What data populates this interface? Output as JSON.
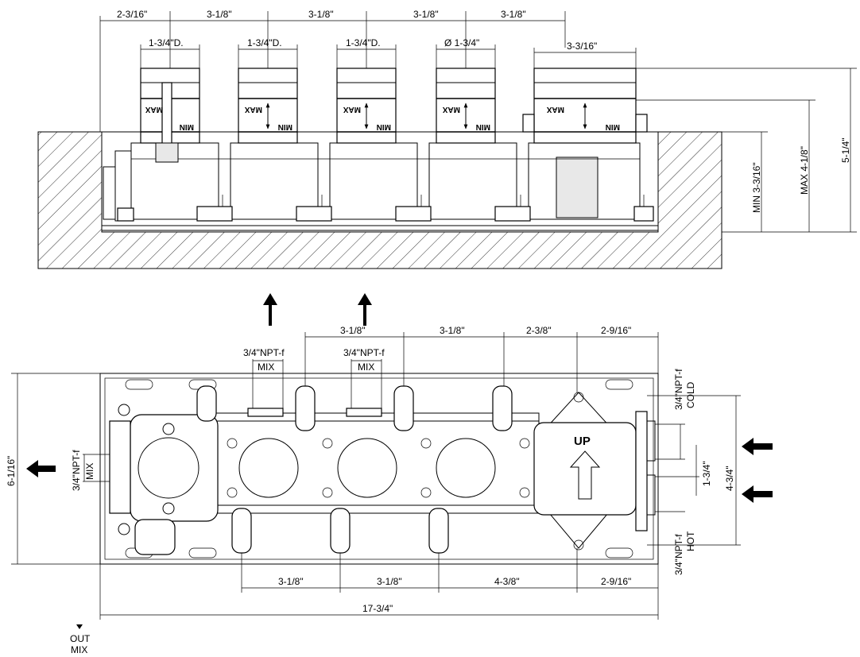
{
  "top_view": {
    "dims_top": [
      "2-3/16\"",
      "3-1/8\"",
      "3-1/8\"",
      "3-1/8\"",
      "3-1/8\""
    ],
    "port_diameters": [
      "1-3/4\"D.",
      "1-3/4\"D.",
      "1-3/4\"D.",
      "Ø 1-3/4\""
    ],
    "big_port": "3-3/16\"",
    "max_label": "MAX",
    "min_label": "MIN",
    "vertical_dims": [
      "MIN 3-3/16\"",
      "MAX 4-1/8\"",
      "5-1/4\""
    ]
  },
  "bottom_view": {
    "dims_top": [
      "3-1/8\"",
      "3-1/8\"",
      "2-3/8\"",
      "2-9/16\""
    ],
    "dims_bottom": [
      "3-1/8\"",
      "3-1/8\"",
      "4-3/8\"",
      "2-9/16\""
    ],
    "overall_width": "17-3/4\"",
    "overall_height": "6-1/16\"",
    "port_labels": [
      {
        "line1": "3/4\"NPT-f",
        "line2": "MIX"
      },
      {
        "line1": "3/4\"NPT-f",
        "line2": "MIX"
      }
    ],
    "side_port": {
      "line1": "3/4\"NPT-f",
      "line2": "MIX"
    },
    "cold_port": {
      "line1": "3/4\"NPT-f",
      "line2": "COLD"
    },
    "hot_port": {
      "line1": "3/4\"NPT-f",
      "line2": "HOT"
    },
    "up_label": "UP",
    "right_dims": [
      "1-3/4\"",
      "4-3/4\""
    ],
    "out_label": {
      "line1": "OUT",
      "line2": "MIX"
    }
  }
}
